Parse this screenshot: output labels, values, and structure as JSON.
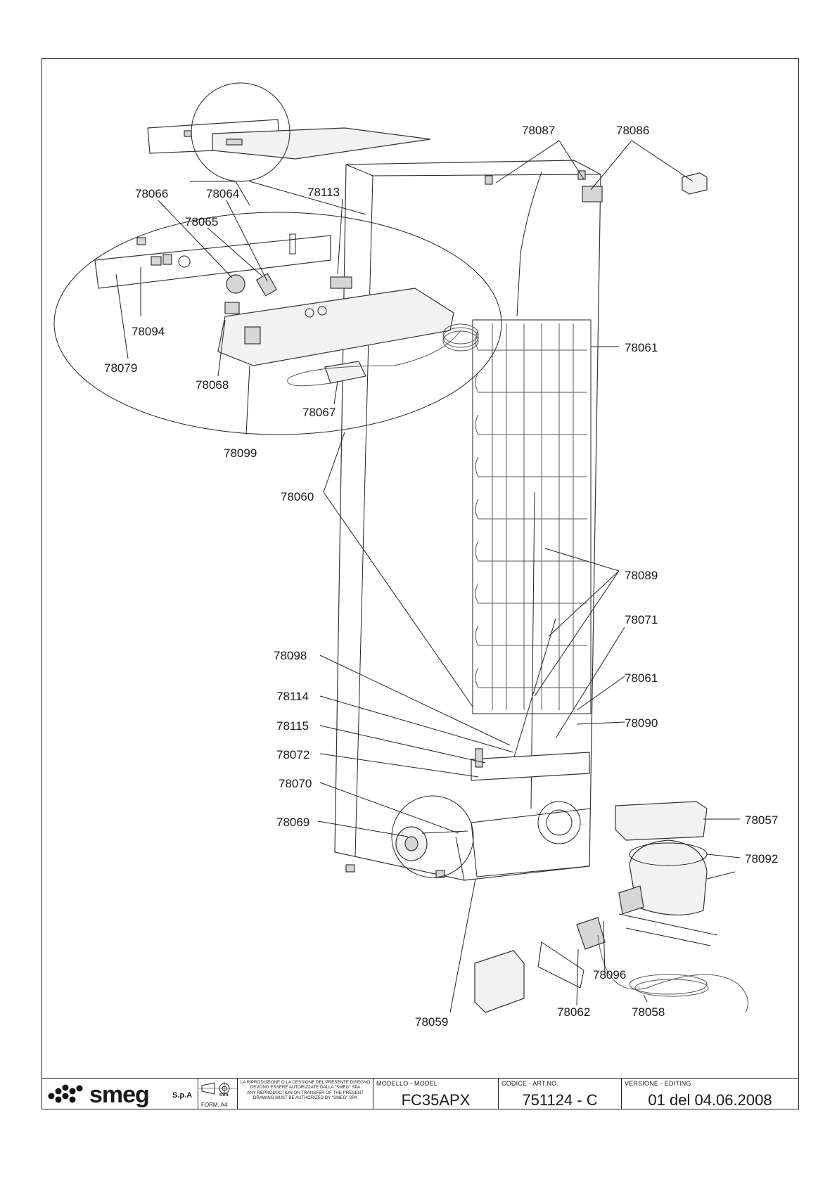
{
  "labels": {
    "p78087": "78087",
    "p78086": "78086",
    "p78066": "78066",
    "p78064": "78064",
    "p78113": "78113",
    "p78065": "78065",
    "p78094": "78094",
    "p78079": "78079",
    "p78068": "78068",
    "p78067": "78067",
    "p78099": "78099",
    "p78061a": "78061",
    "p78060": "78060",
    "p78089": "78089",
    "p78071": "78071",
    "p78098": "78098",
    "p78061b": "78061",
    "p78114": "78114",
    "p78090": "78090",
    "p78115": "78115",
    "p78072": "78072",
    "p78070": "78070",
    "p78069": "78069",
    "p78057": "78057",
    "p78092": "78092",
    "p78096": "78096",
    "p78062": "78062",
    "p78058": "78058",
    "p78059": "78059"
  },
  "titleblock": {
    "logo": "smeg",
    "company_suffix": "S.p.A",
    "unit_symbol": "mm",
    "form": "FORM. A4",
    "notice_it": "LA RIPRODUZIONE O LA CESSIONE DEL PRESENTE DISEGNO DEVONO ESSERE AUTORIZZATE DALLA \"SMEG\" SPA",
    "notice_en": "ANY REPRODUCTION OR TRANSFER OF THE PRESENT DRAWING MUST BE AUTHORIZED BY \"SMEG\" SPA",
    "model_head": "MODELLO - MODEL",
    "model_value": "FC35APX",
    "code_head": "CODICE - ART.NO.",
    "code_value": "751124 - C",
    "version_head": "VERSIONE - EDITING",
    "version_value": "01 del 04.06.2008"
  },
  "colors": {
    "line": "#222222",
    "paper": "#ffffff",
    "shade": "#d6d6d6"
  }
}
